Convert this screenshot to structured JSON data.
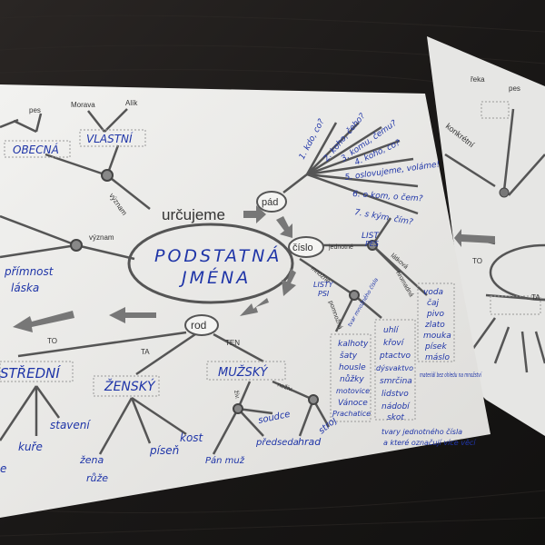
{
  "main_sheet": {
    "center_title": {
      "line1": "PODSTATNÁ",
      "line2": "JMÉNA"
    },
    "urcujeme": "určujeme",
    "top_left": {
      "examples": [
        "pes",
        "Morava",
        "Alík"
      ],
      "types": [
        "OBECNÁ",
        "VLASTNÍ"
      ],
      "vyznam_labels": [
        "význam",
        "význam"
      ],
      "abstract_examples": [
        "přímnost",
        "láska"
      ]
    },
    "pad": {
      "label": "pád",
      "cases": [
        "1. kdo, co?",
        "2. koho, čeho?",
        "3. komu, čemu?",
        "4. koho, co?",
        "5. oslovujeme, voláme!",
        "6. o kom, o čem?",
        "7. s kým, čím?"
      ]
    },
    "cislo": {
      "label": "číslo",
      "singular_label": "jednotné",
      "singular_examples": [
        "LIST",
        "PES"
      ],
      "plural_label": "množné",
      "plural_examples": [
        "LISTY",
        "PSI"
      ],
      "pomnozna_label": "pomnožná",
      "pomnozna_note": "tvar množného čísla",
      "pomnozna_examples": [
        "kalhoty",
        "šaty",
        "housle",
        "nůžky",
        "motovice",
        "Vánoce",
        "Prachatice"
      ],
      "hromadna_label": "hromadná",
      "hromadna_examples": [
        "uhlí",
        "křoví",
        "ptactvo",
        "dýsvaktvo",
        "smrčina",
        "lidstvo",
        "nádobí",
        "skot"
      ],
      "latkova_label": "látková",
      "latkova_examples": [
        "voda",
        "čaj",
        "pivo",
        "zlato",
        "mouka",
        "písek",
        "máslo"
      ],
      "latkova_note": "materiál bez ohledu na množství",
      "bottom_note": [
        "tvary jednotného čísla",
        "a které označují více věcí"
      ]
    },
    "rod": {
      "label": "rod",
      "demonstratives": [
        "TO",
        "TA",
        "TEN"
      ],
      "genders": [
        "STŘEDNÍ",
        "ŽENSKÝ",
        "MUŽSKÝ"
      ],
      "stredni_examples": [
        "kuře",
        "stavení",
        "e"
      ],
      "zensky_examples": [
        "žena",
        "růže",
        "píseň",
        "kost"
      ],
      "animacy": [
        "živ.",
        "neživ."
      ],
      "zivotny_examples": [
        "Pán muž",
        "soudce",
        "předseda"
      ],
      "nezivotny_examples": [
        "hrad",
        "stroj"
      ]
    }
  },
  "second_sheet": {
    "examples": [
      "řeka",
      "pes"
    ],
    "labels": [
      "konkrétní",
      "TO",
      "TA"
    ]
  },
  "colors": {
    "background": "#1c1a19",
    "paper": "#eeeeec",
    "ink_print": "#333333",
    "ink_handwriting": "#1f35a8",
    "arrow_gray": "#6f6f6f"
  }
}
